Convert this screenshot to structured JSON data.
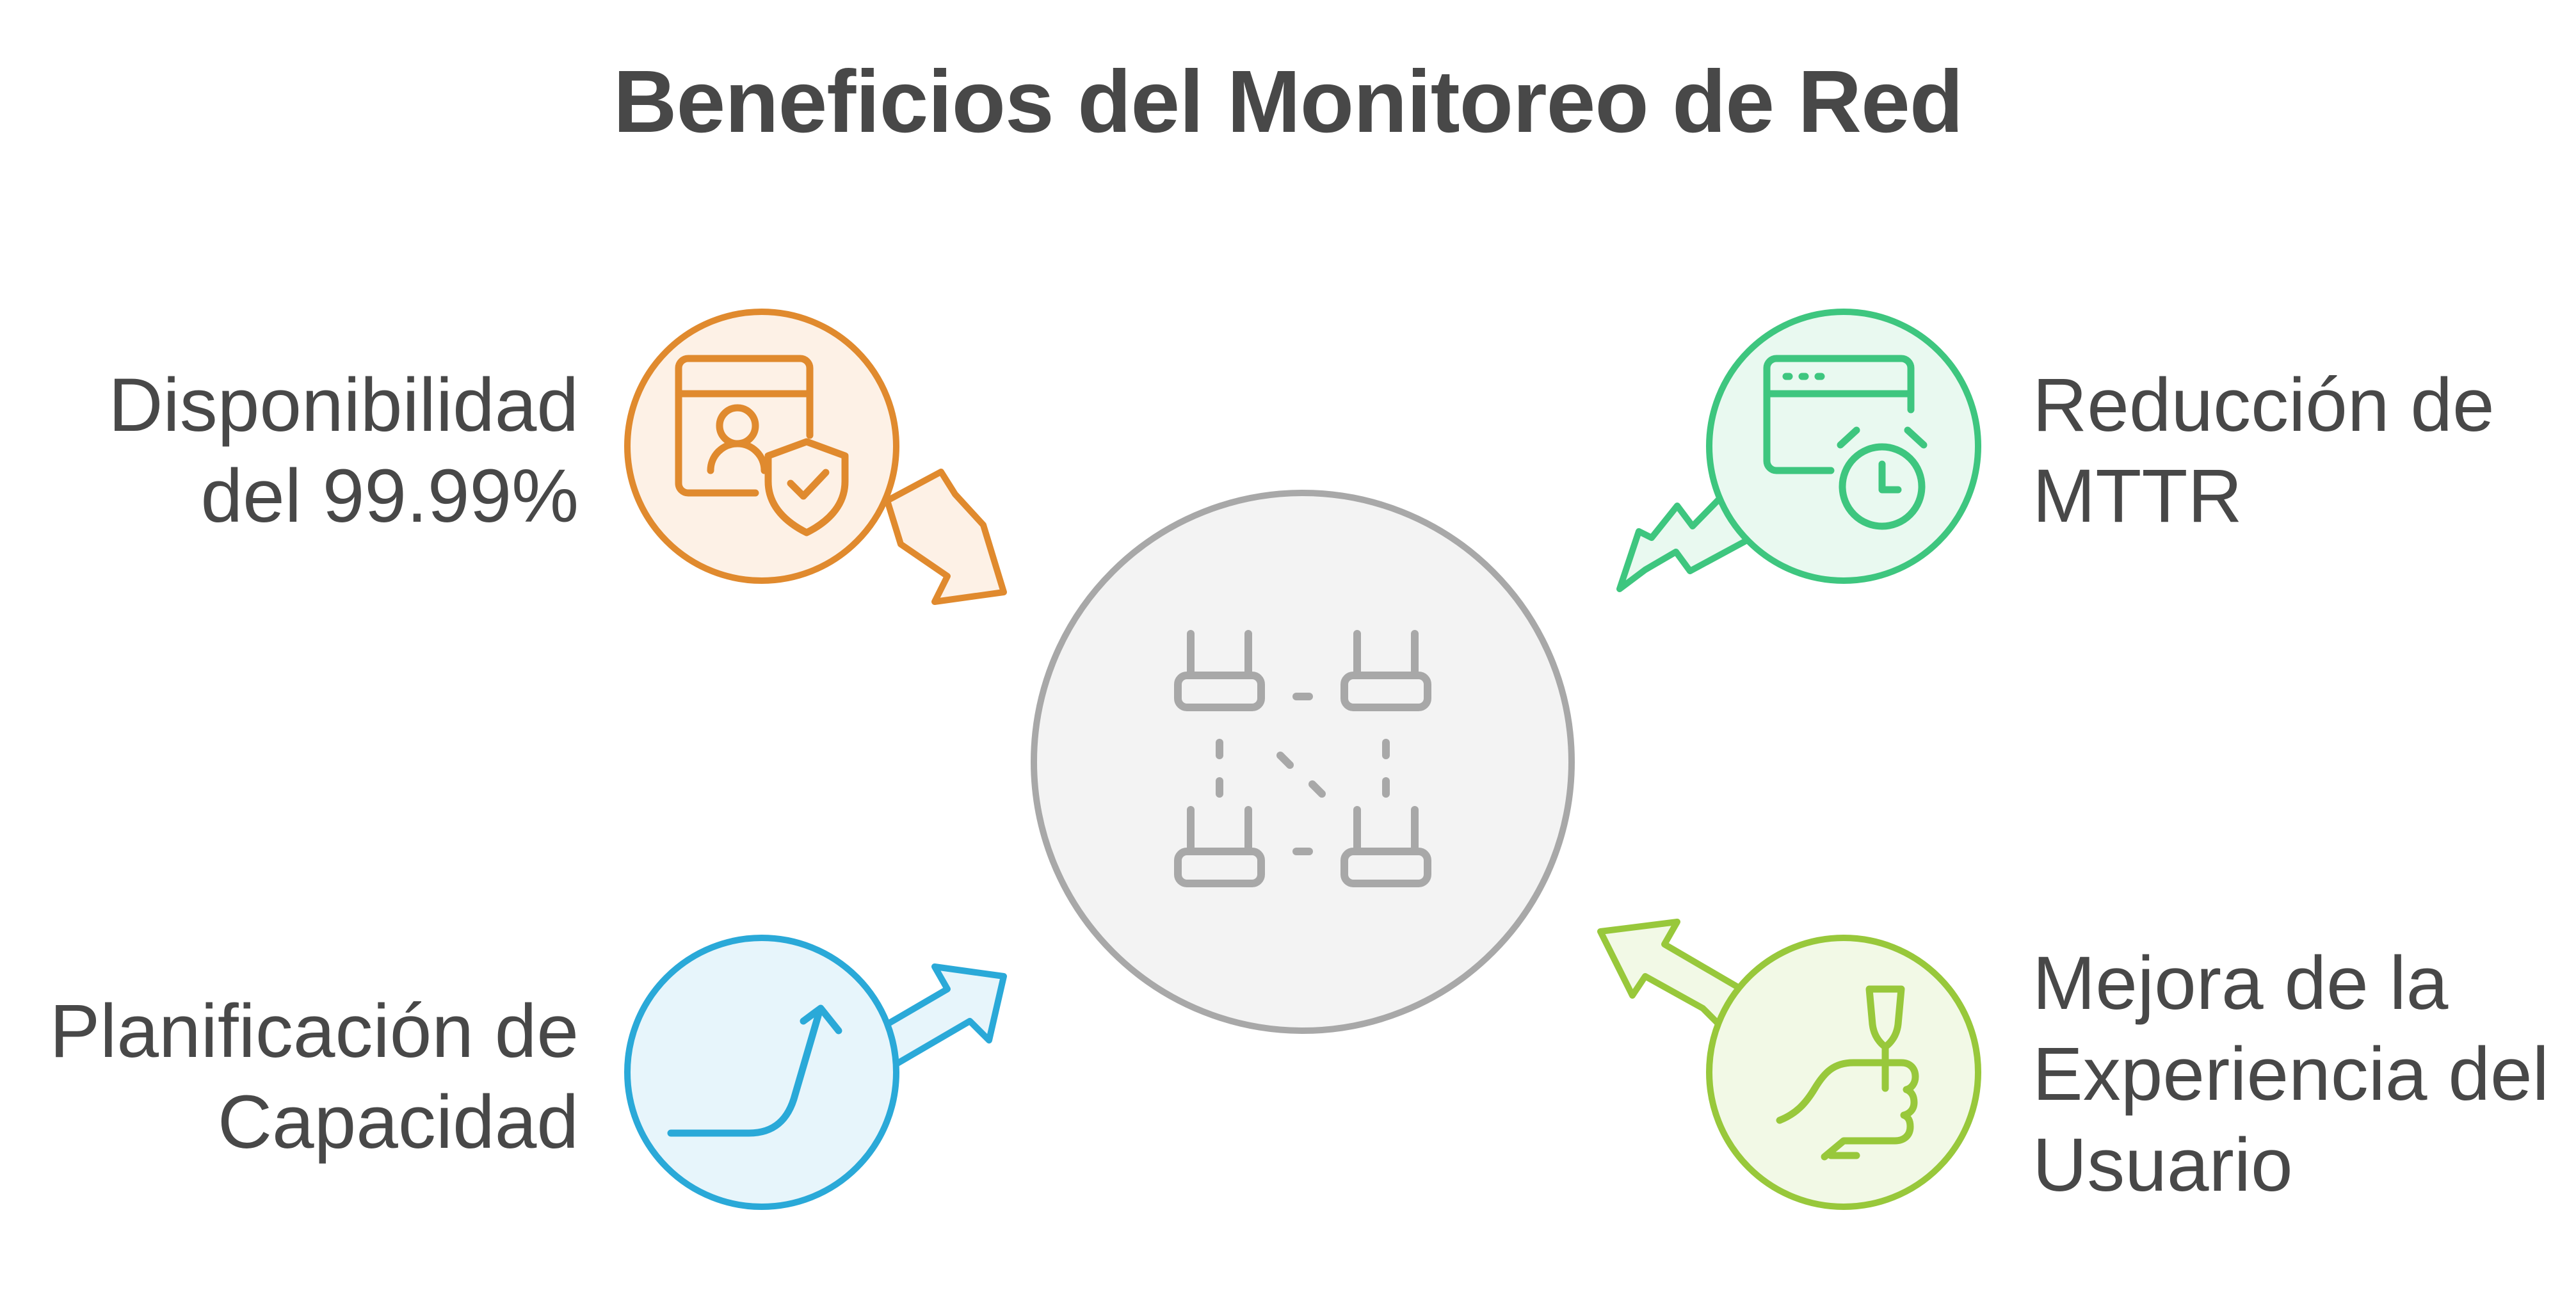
{
  "title": "Beneficios del Monitoreo de Red",
  "center": {
    "icon": "network-routers-icon"
  },
  "benefits": [
    {
      "id": "availability",
      "lines": [
        "Disponibilidad",
        "del 99.99%"
      ],
      "icon": "browser-user-shield-icon",
      "color": "#e08a2e",
      "fill": "#fdf1e6"
    },
    {
      "id": "mttr",
      "lines": [
        "Reducción de",
        "MTTR"
      ],
      "icon": "browser-alarm-clock-icon",
      "color": "#3ec67f",
      "fill": "#e9f9f0"
    },
    {
      "id": "capacity",
      "lines": [
        "Planificación de",
        "Capacidad"
      ],
      "icon": "growth-arrow-icon",
      "color": "#2aa9d8",
      "fill": "#e7f5fb"
    },
    {
      "id": "experience",
      "lines": [
        "Mejora de la",
        "Experiencia del",
        "Usuario"
      ],
      "icon": "hand-wine-glass-icon",
      "color": "#98c83b",
      "fill": "#f2f9e6"
    }
  ]
}
